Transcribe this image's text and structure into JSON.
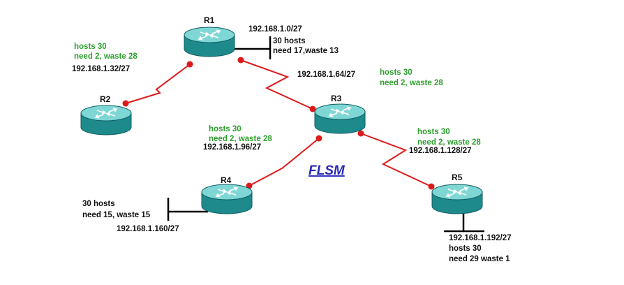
{
  "title": "FLSM",
  "colors": {
    "serial_link": "#dd1a1a",
    "endpoint": "#dd1a1a",
    "router_top": "#7fd7d5",
    "router_body": "#1e8a8c",
    "router_dark": "#0f5e62",
    "green_text": "#2e9e2e",
    "title_text": "#2a2ab8"
  },
  "routers": [
    {
      "id": "R1",
      "label": "R1",
      "icon": "router-icon"
    },
    {
      "id": "R2",
      "label": "R2",
      "icon": "router-icon"
    },
    {
      "id": "R3",
      "label": "R3",
      "icon": "router-icon"
    },
    {
      "id": "R4",
      "label": "R4",
      "icon": "router-icon"
    },
    {
      "id": "R5",
      "label": "R5",
      "icon": "router-icon"
    }
  ],
  "links": [
    {
      "from": "R1",
      "to": "R2",
      "type": "serial"
    },
    {
      "from": "R1",
      "to": "R3",
      "type": "serial"
    },
    {
      "from": "R3",
      "to": "R4",
      "type": "serial"
    },
    {
      "from": "R3",
      "to": "R5",
      "type": "serial"
    }
  ],
  "lan_segments": [
    {
      "router": "R1"
    },
    {
      "router": "R4"
    },
    {
      "router": "R5"
    }
  ],
  "annotations": {
    "r1_lan": {
      "network": "192.168.1.0/27",
      "hosts": "30 hosts",
      "need": "need 17,waste 13"
    },
    "r1_r2": {
      "hosts": "hosts 30",
      "need": "need 2, waste 28",
      "network": "192.168.1.32/27"
    },
    "r1_r3": {
      "network": "192.168.1.64/27",
      "hosts": "hosts 30",
      "need": "need 2, waste 28"
    },
    "r3_r4": {
      "hosts": "hosts 30",
      "need": "need 2, waste 28",
      "network": "192.168.1.96/27"
    },
    "r3_r5": {
      "hosts": "hosts 30",
      "need": "need 2, waste 28",
      "network": "192.168.1.128/27"
    },
    "r4_lan": {
      "hosts": "30 hosts",
      "need": "need 15, waste 15",
      "network": "192.168.1.160/27"
    },
    "r5_lan": {
      "network": "192.168.1.192/27",
      "hosts": "hosts 30",
      "need": "need 29 waste 1"
    }
  }
}
